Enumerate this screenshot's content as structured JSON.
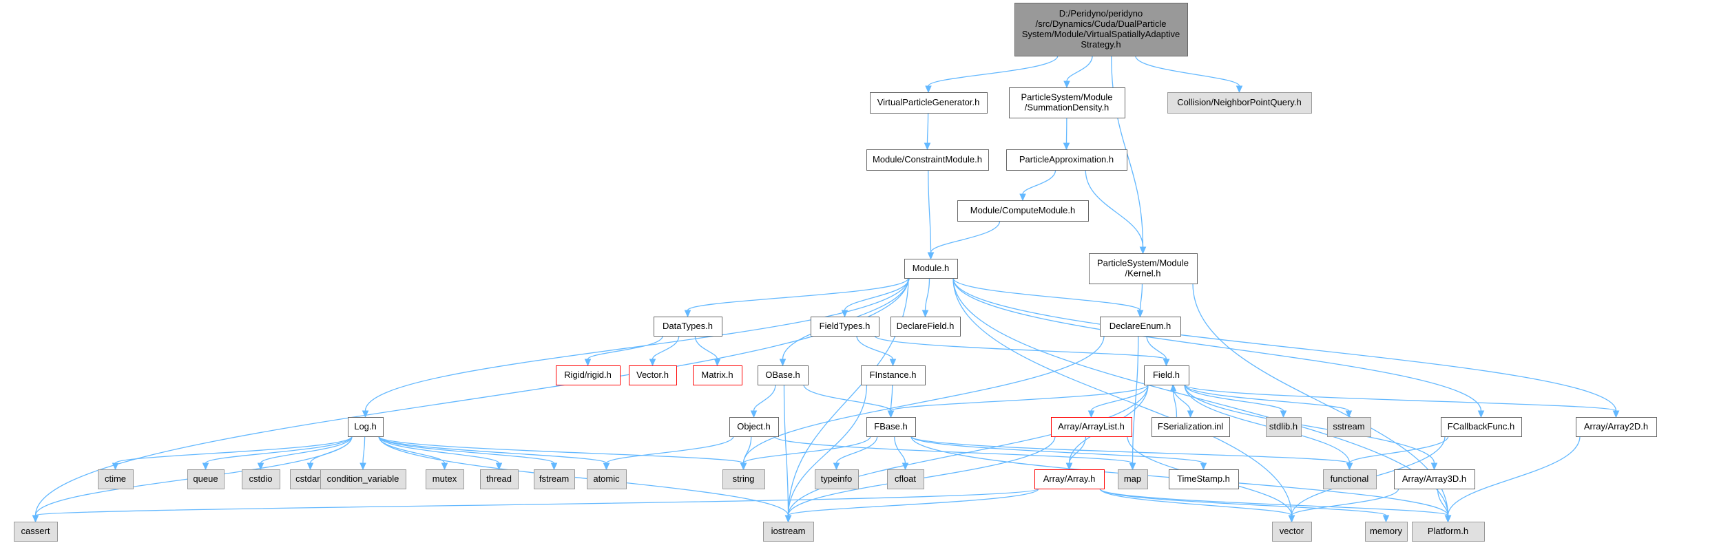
{
  "colors": {
    "edge": "#63b8ff",
    "root_fill": "#999999",
    "root_stroke": "#666666",
    "documented_fill": "#ffffff",
    "documented_stroke": "#666666",
    "truncated_stroke": "#ff0000",
    "external_fill": "#e0e0e0",
    "external_stroke": "#999999"
  },
  "nodes": [
    {
      "id": "root",
      "lines": [
        "D:/Peridyno/peridyno",
        "/src/Dynamics/Cuda/DualParticle",
        "System/Module/VirtualSpatiallyAdaptive",
        "Strategy.h"
      ],
      "kind": "root"
    },
    {
      "id": "vpg",
      "lines": [
        "VirtualParticleGenerator.h"
      ],
      "kind": "documented"
    },
    {
      "id": "sumdens",
      "lines": [
        "ParticleSystem/Module",
        "/SummationDensity.h"
      ],
      "kind": "documented"
    },
    {
      "id": "npq",
      "lines": [
        "Collision/NeighborPointQuery.h"
      ],
      "kind": "external"
    },
    {
      "id": "constraint",
      "lines": [
        "Module/ConstraintModule.h"
      ],
      "kind": "documented"
    },
    {
      "id": "papprox",
      "lines": [
        "ParticleApproximation.h"
      ],
      "kind": "documented"
    },
    {
      "id": "compute",
      "lines": [
        "Module/ComputeModule.h"
      ],
      "kind": "documented"
    },
    {
      "id": "module",
      "lines": [
        "Module.h"
      ],
      "kind": "documented"
    },
    {
      "id": "kernel",
      "lines": [
        "ParticleSystem/Module",
        "/Kernel.h"
      ],
      "kind": "documented"
    },
    {
      "id": "datatypes",
      "lines": [
        "DataTypes.h"
      ],
      "kind": "documented"
    },
    {
      "id": "fieldtypes",
      "lines": [
        "FieldTypes.h"
      ],
      "kind": "documented"
    },
    {
      "id": "declarefield",
      "lines": [
        "DeclareField.h"
      ],
      "kind": "documented"
    },
    {
      "id": "declareenum",
      "lines": [
        "DeclareEnum.h"
      ],
      "kind": "documented"
    },
    {
      "id": "rigid",
      "lines": [
        "Rigid/rigid.h"
      ],
      "kind": "truncated"
    },
    {
      "id": "vector_h",
      "lines": [
        "Vector.h"
      ],
      "kind": "truncated"
    },
    {
      "id": "matrix_h",
      "lines": [
        "Matrix.h"
      ],
      "kind": "truncated"
    },
    {
      "id": "obase",
      "lines": [
        "OBase.h"
      ],
      "kind": "documented"
    },
    {
      "id": "finstance",
      "lines": [
        "FInstance.h"
      ],
      "kind": "documented"
    },
    {
      "id": "field",
      "lines": [
        "Field.h"
      ],
      "kind": "documented"
    },
    {
      "id": "log",
      "lines": [
        "Log.h"
      ],
      "kind": "documented"
    },
    {
      "id": "object",
      "lines": [
        "Object.h"
      ],
      "kind": "documented"
    },
    {
      "id": "fbase",
      "lines": [
        "FBase.h"
      ],
      "kind": "documented"
    },
    {
      "id": "arraylist",
      "lines": [
        "Array/ArrayList.h"
      ],
      "kind": "truncated"
    },
    {
      "id": "fserial",
      "lines": [
        "FSerialization.inl"
      ],
      "kind": "documented"
    },
    {
      "id": "stdlib",
      "lines": [
        "stdlib.h"
      ],
      "kind": "external"
    },
    {
      "id": "sstream",
      "lines": [
        "sstream"
      ],
      "kind": "external"
    },
    {
      "id": "fcallback",
      "lines": [
        "FCallbackFunc.h"
      ],
      "kind": "documented"
    },
    {
      "id": "array2d",
      "lines": [
        "Array/Array2D.h"
      ],
      "kind": "documented"
    },
    {
      "id": "ctime",
      "lines": [
        "ctime"
      ],
      "kind": "external"
    },
    {
      "id": "queue",
      "lines": [
        "queue"
      ],
      "kind": "external"
    },
    {
      "id": "cstdio",
      "lines": [
        "cstdio"
      ],
      "kind": "external"
    },
    {
      "id": "cstdarg",
      "lines": [
        "cstdarg"
      ],
      "kind": "external"
    },
    {
      "id": "condvar",
      "lines": [
        "condition_variable"
      ],
      "kind": "external"
    },
    {
      "id": "mutex",
      "lines": [
        "mutex"
      ],
      "kind": "external"
    },
    {
      "id": "thread",
      "lines": [
        "thread"
      ],
      "kind": "external"
    },
    {
      "id": "fstream",
      "lines": [
        "fstream"
      ],
      "kind": "external"
    },
    {
      "id": "atomic",
      "lines": [
        "atomic"
      ],
      "kind": "external"
    },
    {
      "id": "string",
      "lines": [
        "string"
      ],
      "kind": "external"
    },
    {
      "id": "typeinfo",
      "lines": [
        "typeinfo"
      ],
      "kind": "external"
    },
    {
      "id": "cfloat",
      "lines": [
        "cfloat"
      ],
      "kind": "external"
    },
    {
      "id": "map",
      "lines": [
        "map"
      ],
      "kind": "external"
    },
    {
      "id": "timestamp",
      "lines": [
        "TimeStamp.h"
      ],
      "kind": "documented"
    },
    {
      "id": "functional",
      "lines": [
        "functional"
      ],
      "kind": "external"
    },
    {
      "id": "array3d",
      "lines": [
        "Array/Array3D.h"
      ],
      "kind": "documented"
    },
    {
      "id": "arrayh",
      "lines": [
        "Array/Array.h"
      ],
      "kind": "truncated"
    },
    {
      "id": "cassert",
      "lines": [
        "cassert"
      ],
      "kind": "external"
    },
    {
      "id": "iostream",
      "lines": [
        "iostream"
      ],
      "kind": "external"
    },
    {
      "id": "vector",
      "lines": [
        "vector"
      ],
      "kind": "external"
    },
    {
      "id": "memory",
      "lines": [
        "memory"
      ],
      "kind": "external"
    },
    {
      "id": "platform",
      "lines": [
        "Platform.h"
      ],
      "kind": "external"
    }
  ],
  "edges": [
    [
      "root",
      "vpg"
    ],
    [
      "root",
      "sumdens"
    ],
    [
      "root",
      "npq"
    ],
    [
      "root",
      "kernel"
    ],
    [
      "vpg",
      "constraint"
    ],
    [
      "sumdens",
      "papprox"
    ],
    [
      "constraint",
      "module"
    ],
    [
      "papprox",
      "compute"
    ],
    [
      "papprox",
      "kernel"
    ],
    [
      "compute",
      "module"
    ],
    [
      "kernel",
      "declareenum"
    ],
    [
      "kernel",
      "platform"
    ],
    [
      "module",
      "datatypes"
    ],
    [
      "module",
      "fieldtypes"
    ],
    [
      "module",
      "declarefield"
    ],
    [
      "module",
      "declareenum"
    ],
    [
      "module",
      "obase"
    ],
    [
      "module",
      "log"
    ],
    [
      "module",
      "cassert"
    ],
    [
      "module",
      "iostream"
    ],
    [
      "module",
      "vector"
    ],
    [
      "module",
      "platform"
    ],
    [
      "module",
      "fcallback"
    ],
    [
      "module",
      "array2d"
    ],
    [
      "datatypes",
      "rigid"
    ],
    [
      "datatypes",
      "vector_h"
    ],
    [
      "datatypes",
      "matrix_h"
    ],
    [
      "fieldtypes",
      "finstance"
    ],
    [
      "fieldtypes",
      "field"
    ],
    [
      "declareenum",
      "field"
    ],
    [
      "declareenum",
      "string"
    ],
    [
      "declareenum",
      "map"
    ],
    [
      "obase",
      "object"
    ],
    [
      "obase",
      "fbase"
    ],
    [
      "obase",
      "iostream"
    ],
    [
      "finstance",
      "fbase"
    ],
    [
      "finstance",
      "iostream"
    ],
    [
      "field",
      "fbase"
    ],
    [
      "field",
      "arraylist"
    ],
    [
      "field",
      "fserial"
    ],
    [
      "field",
      "stdlib"
    ],
    [
      "field",
      "sstream"
    ],
    [
      "field",
      "array2d"
    ],
    [
      "field",
      "array3d"
    ],
    [
      "field",
      "arrayh"
    ],
    [
      "field",
      "iostream"
    ],
    [
      "field",
      "functional"
    ],
    [
      "fserial",
      "field"
    ],
    [
      "log",
      "ctime"
    ],
    [
      "log",
      "queue"
    ],
    [
      "log",
      "cstdio"
    ],
    [
      "log",
      "cstdarg"
    ],
    [
      "log",
      "condvar"
    ],
    [
      "log",
      "mutex"
    ],
    [
      "log",
      "thread"
    ],
    [
      "log",
      "fstream"
    ],
    [
      "log",
      "atomic"
    ],
    [
      "log",
      "string"
    ],
    [
      "log",
      "cassert"
    ],
    [
      "log",
      "iostream"
    ],
    [
      "object",
      "string"
    ],
    [
      "object",
      "atomic"
    ],
    [
      "object",
      "map"
    ],
    [
      "fbase",
      "string"
    ],
    [
      "fbase",
      "typeinfo"
    ],
    [
      "fbase",
      "cfloat"
    ],
    [
      "fbase",
      "functional"
    ],
    [
      "fbase",
      "timestamp"
    ],
    [
      "fbase",
      "platform"
    ],
    [
      "arraylist",
      "arrayh"
    ],
    [
      "arraylist",
      "vector"
    ],
    [
      "arraylist",
      "iostream"
    ],
    [
      "fcallback",
      "functional"
    ],
    [
      "fcallback",
      "vector"
    ],
    [
      "array2d",
      "platform"
    ],
    [
      "array3d",
      "platform"
    ],
    [
      "array3d",
      "vector"
    ],
    [
      "arrayh",
      "cassert"
    ],
    [
      "arrayh",
      "iostream"
    ],
    [
      "arrayh",
      "vector"
    ],
    [
      "arrayh",
      "memory"
    ],
    [
      "arrayh",
      "platform"
    ]
  ]
}
